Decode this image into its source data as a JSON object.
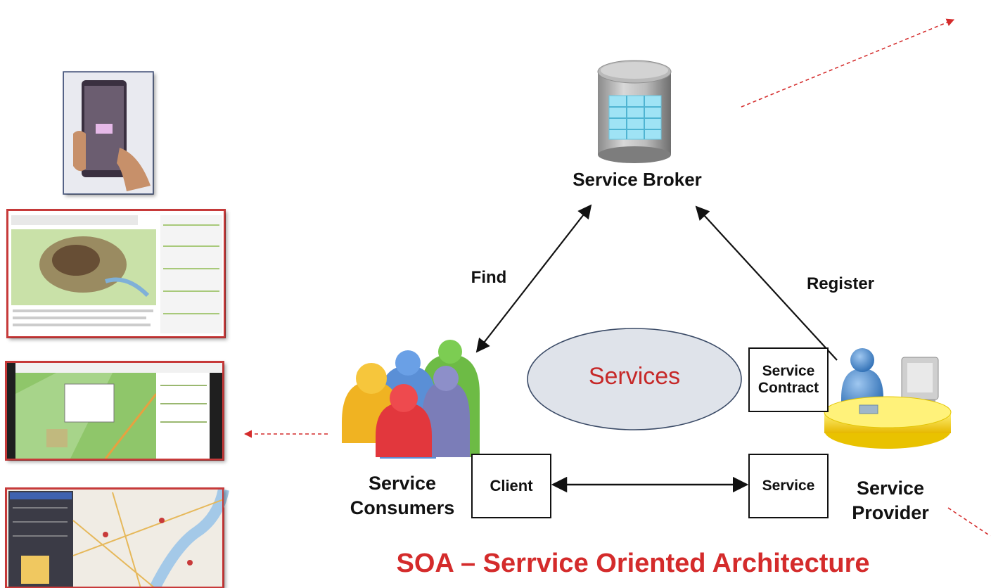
{
  "diagram": {
    "title": "SOA – Serrvice Oriented Architecture",
    "broker": {
      "label": "Service Broker"
    },
    "consumers": {
      "label_line1": "Service",
      "label_line2": "Consumers"
    },
    "provider": {
      "label_line1": "Service",
      "label_line2": "Provider"
    },
    "services_ellipse": {
      "label": "Services"
    },
    "contract_box": {
      "line1": "Service",
      "line2": "Contract"
    },
    "client_box": {
      "label": "Client"
    },
    "service_box": {
      "label": "Service"
    },
    "edges": {
      "find": "Find",
      "register": "Register"
    },
    "colors": {
      "title": "#d42b2b",
      "ellipse_fill": "#dfe3ea",
      "ellipse_text": "#c62828",
      "arrow": "#111111",
      "dashed_arrow": "#d42b2b",
      "thumb_border": "#c83a3a"
    }
  },
  "side_panel": {
    "thumbnails": [
      {
        "name": "phone-photo"
      },
      {
        "name": "map-document"
      },
      {
        "name": "web-map-app"
      },
      {
        "name": "city-map-app"
      }
    ]
  }
}
